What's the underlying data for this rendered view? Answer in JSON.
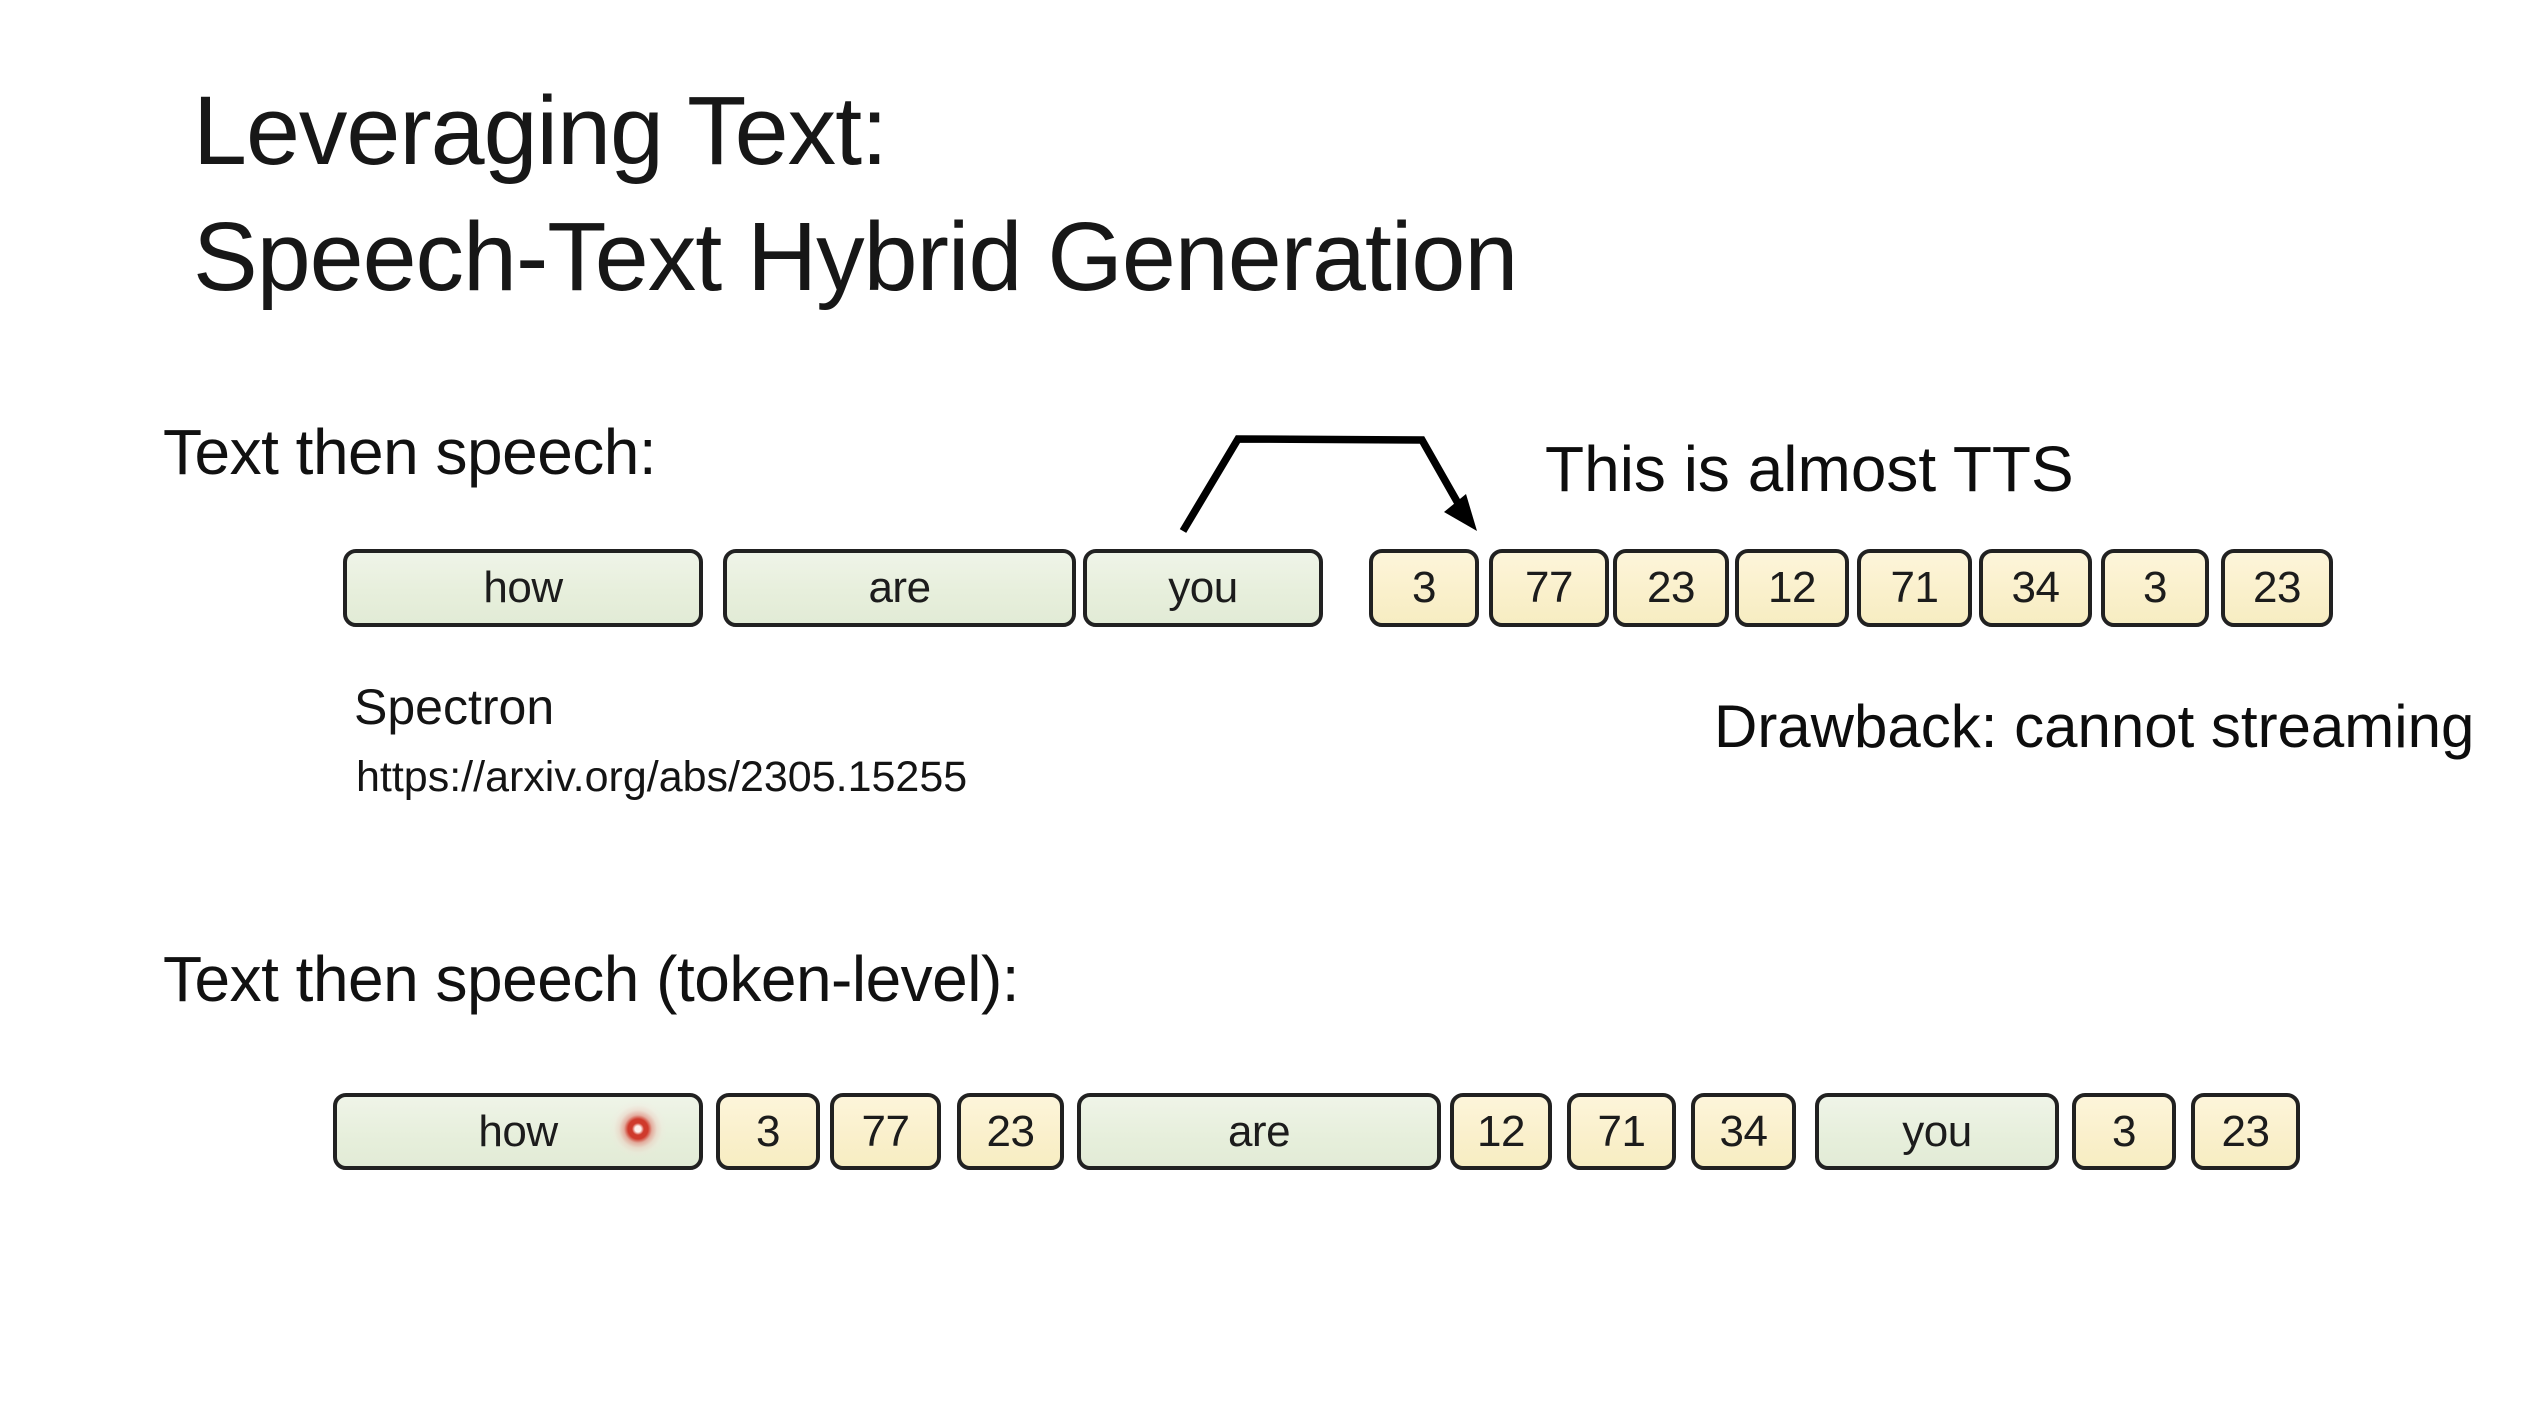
{
  "slide": {
    "title": [
      "Leveraging Text:",
      "Speech-Text Hybrid Generation"
    ]
  },
  "section1": {
    "heading": "Text then speech:",
    "annotation": "This is almost TTS",
    "paper_name": "Spectron",
    "paper_url": "https://arxiv.org/abs/2305.15255",
    "drawback": "Drawback: cannot streaming",
    "tokens": [
      {
        "text": "how",
        "kind": "text"
      },
      {
        "text": "are",
        "kind": "text"
      },
      {
        "text": "you",
        "kind": "text"
      },
      {
        "text": "3",
        "kind": "speech"
      },
      {
        "text": "77",
        "kind": "speech"
      },
      {
        "text": "23",
        "kind": "speech"
      },
      {
        "text": "12",
        "kind": "speech"
      },
      {
        "text": "71",
        "kind": "speech"
      },
      {
        "text": "34",
        "kind": "speech"
      },
      {
        "text": "3",
        "kind": "speech"
      },
      {
        "text": "23",
        "kind": "speech"
      }
    ]
  },
  "section2": {
    "heading": "Text then speech (token-level):",
    "tokens": [
      {
        "text": "how",
        "kind": "text"
      },
      {
        "text": "3",
        "kind": "speech"
      },
      {
        "text": "77",
        "kind": "speech"
      },
      {
        "text": "23",
        "kind": "speech"
      },
      {
        "text": "are",
        "kind": "text"
      },
      {
        "text": "12",
        "kind": "speech"
      },
      {
        "text": "71",
        "kind": "speech"
      },
      {
        "text": "34",
        "kind": "speech"
      },
      {
        "text": "you",
        "kind": "text"
      },
      {
        "text": "3",
        "kind": "speech"
      },
      {
        "text": "23",
        "kind": "speech"
      }
    ]
  },
  "colors": {
    "background": "#ffffff",
    "text": "#1a1a1a",
    "text_token_fill": "#e8efdd",
    "speech_token_fill": "#faf0cc",
    "token_border": "#212121",
    "arrow": "#000000",
    "laser_pointer": "#cf3a2c"
  }
}
